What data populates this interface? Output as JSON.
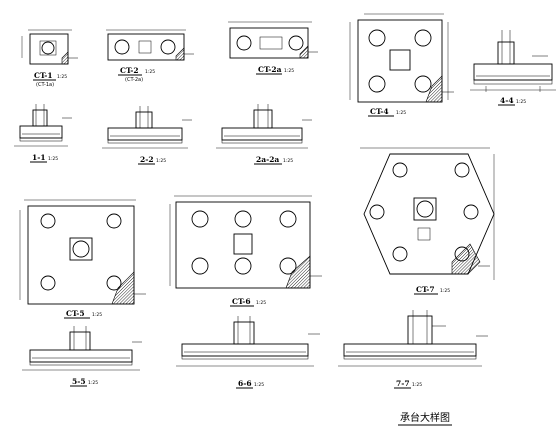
{
  "sheet": {
    "title": "承台大样图"
  },
  "views": [
    {
      "key": "ct1",
      "label": "CT-1",
      "scale": "1:25",
      "sub": "(CT-1a)"
    },
    {
      "key": "ct2",
      "label": "CT-2",
      "scale": "1:25",
      "sub": "(CT-2a)"
    },
    {
      "key": "ct2a",
      "label": "CT-2a",
      "scale": "1:25",
      "sub": ""
    },
    {
      "key": "ct4",
      "label": "CT-4",
      "scale": "1:25",
      "sub": ""
    },
    {
      "key": "s44",
      "label": "4-4",
      "scale": "1:25",
      "sub": ""
    },
    {
      "key": "s11",
      "label": "1-1",
      "scale": "1:25",
      "sub": ""
    },
    {
      "key": "s22",
      "label": "2-2",
      "scale": "1:25",
      "sub": ""
    },
    {
      "key": "s2a",
      "label": "2a-2a",
      "scale": "1:25",
      "sub": ""
    },
    {
      "key": "ct5",
      "label": "CT-5",
      "scale": "1:25",
      "sub": ""
    },
    {
      "key": "ct6",
      "label": "CT-6",
      "scale": "1:25",
      "sub": ""
    },
    {
      "key": "ct7",
      "label": "CT-7",
      "scale": "1:25",
      "sub": ""
    },
    {
      "key": "s55",
      "label": "5-5",
      "scale": "1:25",
      "sub": ""
    },
    {
      "key": "s66",
      "label": "6-6",
      "scale": "1:25",
      "sub": ""
    },
    {
      "key": "s77",
      "label": "7-7",
      "scale": "1:25",
      "sub": ""
    }
  ]
}
